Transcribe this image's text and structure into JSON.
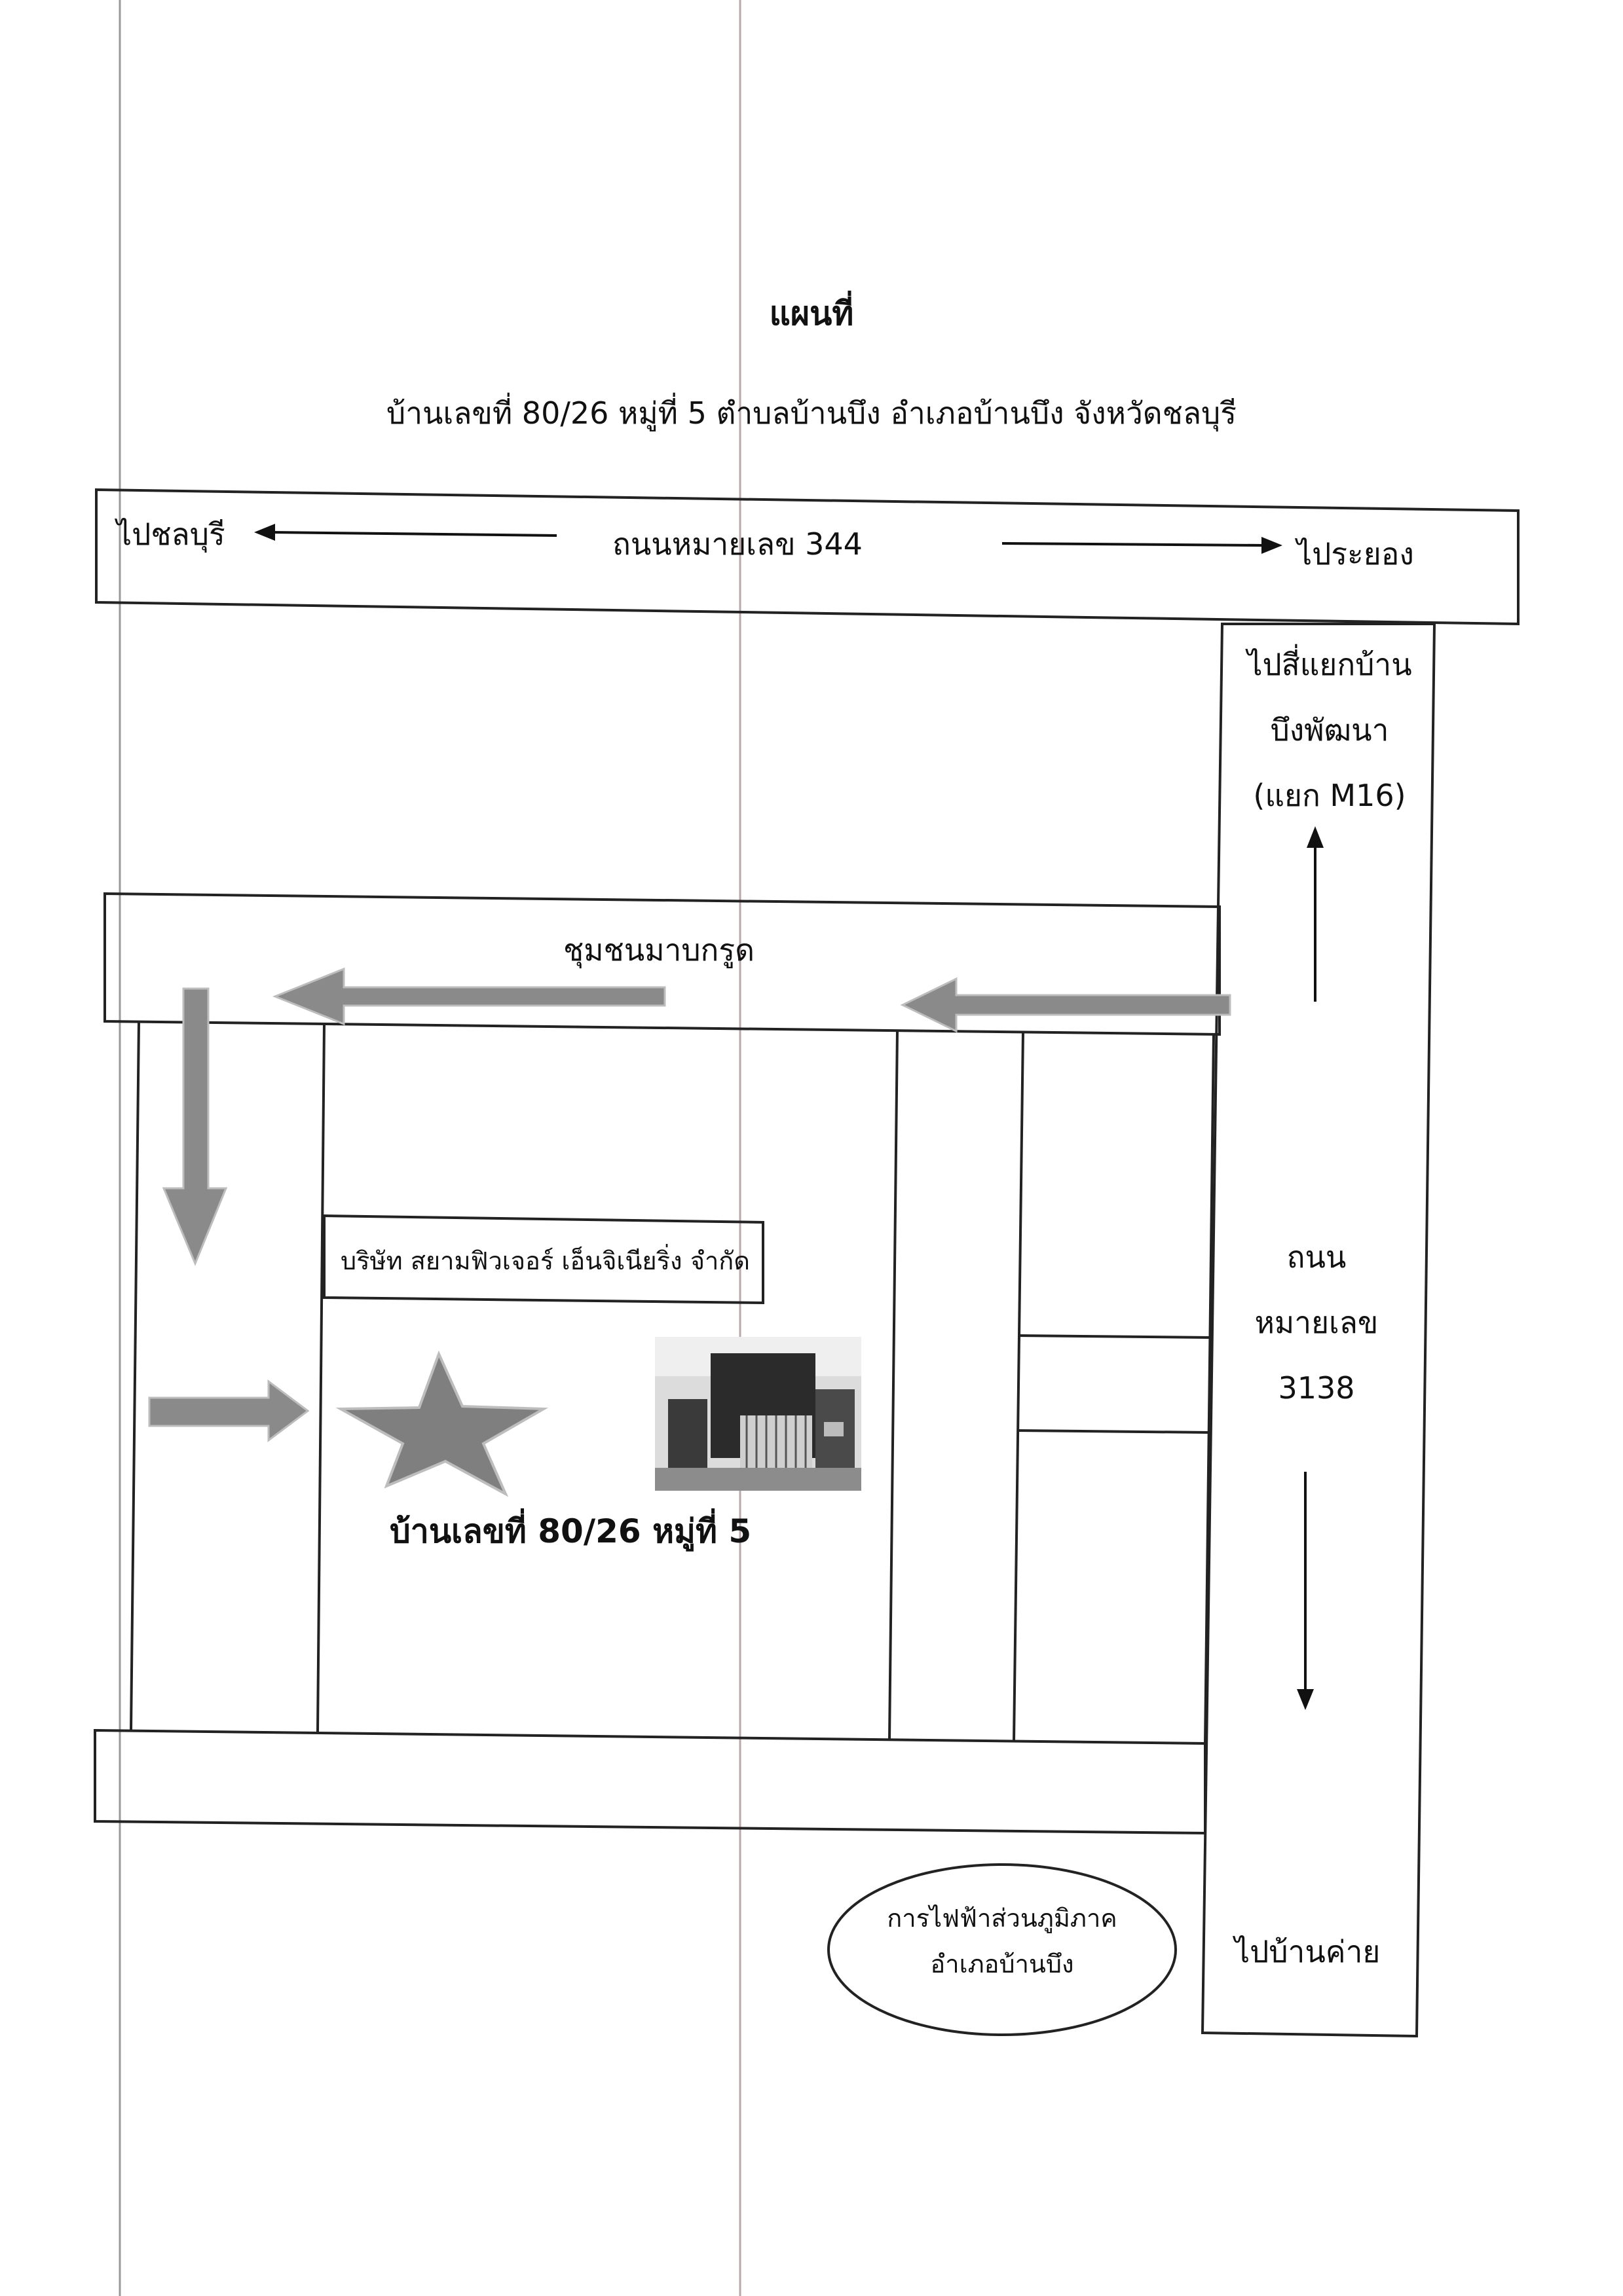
{
  "title": "แผนที่",
  "subtitle": "บ้านเลขที่ 80/26 หมู่ที่ 5 ตำบลบ้านบึง อำเภอบ้านบึง จังหวัดชลบุรี",
  "top_road": {
    "left_label": "ไปชลบุรี",
    "name": "ถนนหมายเลข 344",
    "right_label": "ไประยอง"
  },
  "right_road": {
    "top_lines": [
      "ไปสี่แยกบ้าน",
      "บึงพัฒนา",
      "(แยก M16)"
    ],
    "name_lines": [
      "ถนน",
      "หมายเลข",
      "3138"
    ],
    "bottom_label": "ไปบ้านค่าย"
  },
  "community_road": {
    "name": "ชุมชนมาบกรูด"
  },
  "company": {
    "name": "บริษัท สยามฟิวเจอร์  เอ็นจิเนียริ่ง จำกัด"
  },
  "house": {
    "label": "บ้านเลขที่ 80/26 หมู่ที่ 5"
  },
  "landmark": {
    "lines": [
      "การไฟฟ้าส่วนภูมิภาค",
      "อำเภอบ้านบึง"
    ]
  },
  "colors": {
    "route_arrow": "#8a8a8a",
    "star": "#7f7f7f",
    "line": "#222222"
  },
  "icons": [
    "route-arrow",
    "star-icon",
    "house-photo"
  ]
}
